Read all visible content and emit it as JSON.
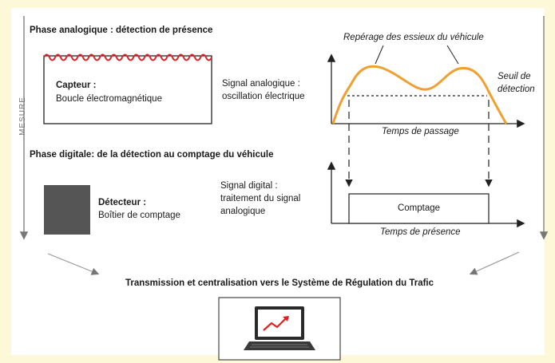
{
  "side_label": "MESURE",
  "analog": {
    "title": "Phase analogique : détection de présence",
    "sensor_title": "Capteur :",
    "sensor_desc": "Boucle électromagnétique",
    "signal_line1": "Signal analogique :",
    "signal_line2": "oscillation électrique",
    "annotation": "Repérage des essieux du véhicule",
    "threshold_line1": "Seuil de",
    "threshold_line2": "détection",
    "x_axis_label": "Temps de passage"
  },
  "digital": {
    "title": "Phase digitale: de la détection au comptage du véhicule",
    "detector_title": "Détecteur :",
    "detector_desc": "Boîtier de comptage",
    "signal_line1": "Signal digital :",
    "signal_line2": "traitement du signal",
    "signal_line3": "analogique",
    "box_label": "Comptage",
    "x_axis_label": "Temps de présence"
  },
  "footer": {
    "transmission": "Transmission et centralisation vers le Système de Régulation du Trafic"
  },
  "colors": {
    "signal": "#f0a030",
    "coil": "#d8262c",
    "detector_box": "#555555",
    "background": "#fdf8d8",
    "laptop_chart": "#e02020"
  }
}
